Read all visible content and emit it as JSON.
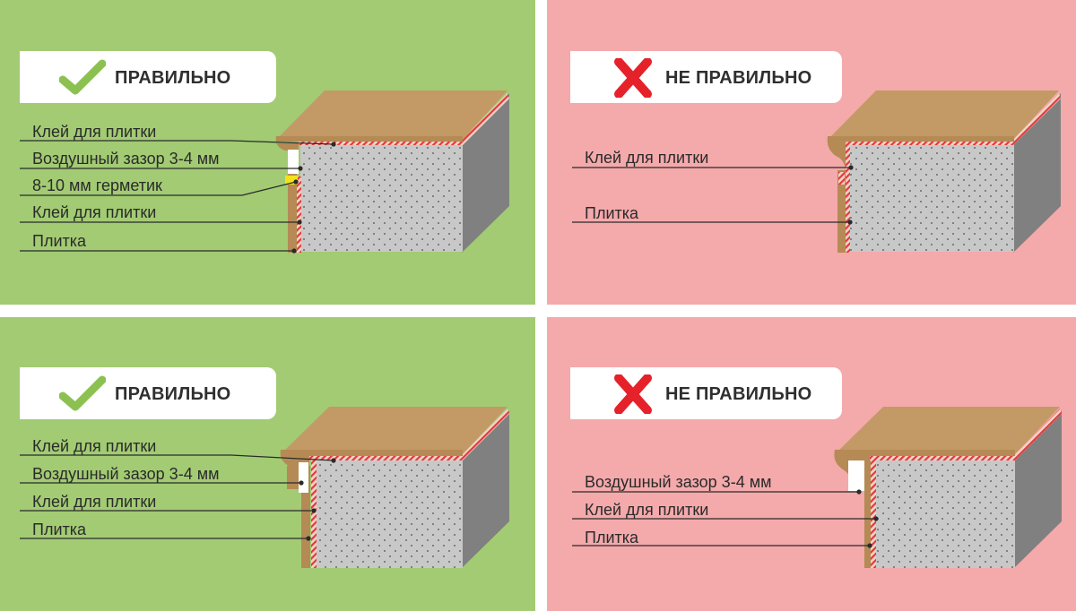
{
  "colors": {
    "correct_bg": "#a2cb73",
    "wrong_bg": "#f4a9ab",
    "check_green": "#8cc152",
    "cross_red": "#e5212a",
    "slab_gray": "#c8c8c8",
    "countertop_tan": "#c39a65"
  },
  "panels": [
    {
      "status": "correct",
      "icon": "check-icon",
      "badge": "ПРАВИЛЬНО",
      "labels": [
        "Клей для плитки",
        "Воздушный зазор 3-4 мм",
        "8-10 мм герметик",
        "Клей для плитки",
        "Плитка"
      ]
    },
    {
      "status": "wrong",
      "icon": "cross-icon",
      "badge": "НЕ ПРАВИЛЬНО",
      "labels": [
        "Клей для плитки",
        "Плитка"
      ]
    },
    {
      "status": "correct",
      "icon": "check-icon",
      "badge": "ПРАВИЛЬНО",
      "labels": [
        "Клей для плитки",
        "Воздушный зазор 3-4 мм",
        "Клей для плитки",
        "Плитка"
      ]
    },
    {
      "status": "wrong",
      "icon": "cross-icon",
      "badge": "НЕ ПРАВИЛЬНО",
      "labels": [
        "Воздушный зазор 3-4 мм",
        "Клей для плитки",
        "Плитка"
      ]
    }
  ]
}
